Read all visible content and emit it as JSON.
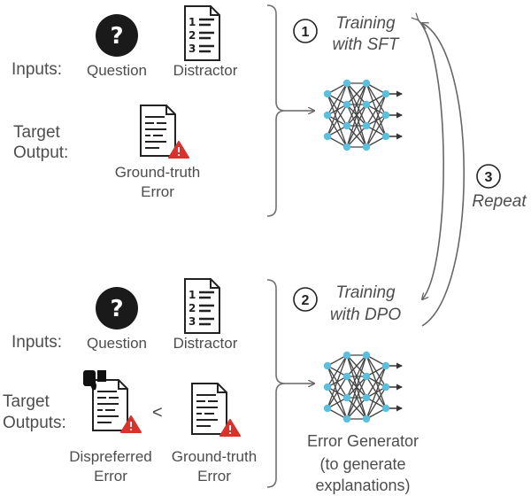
{
  "top": {
    "inputs_label": "Inputs:",
    "question_label": "Question",
    "distractor_label": "Distractor",
    "target_label_line1": "Target",
    "target_label_line2": "Output:",
    "gt_error_line1": "Ground-truth",
    "gt_error_line2": "Error",
    "step_number": "1",
    "step_line1": "Training",
    "step_line2": "with SFT"
  },
  "bottom": {
    "inputs_label": "Inputs:",
    "question_label": "Question",
    "distractor_label": "Distractor",
    "target_label_line1": "Target",
    "target_label_line2": "Outputs:",
    "dispreferred_line1": "Dispreferred",
    "dispreferred_line2": "Error",
    "less_than": "<",
    "gt_error_line1": "Ground-truth",
    "gt_error_line2": "Error",
    "step_number": "2",
    "step_line1": "Training",
    "step_line2": "with DPO",
    "generator_line1": "Error Generator",
    "generator_line2": "(to generate",
    "generator_line3": "explanations)"
  },
  "repeat": {
    "step_number": "3",
    "label": "Repeat"
  },
  "icon_question_glyph": "?",
  "distractor_list_numbers": [
    "1",
    "2",
    "3"
  ],
  "colors": {
    "node": "#5bc0de",
    "edge": "#444444",
    "warning": "#d9312b",
    "bracket": "#707070",
    "text": "#4d4d4d"
  }
}
